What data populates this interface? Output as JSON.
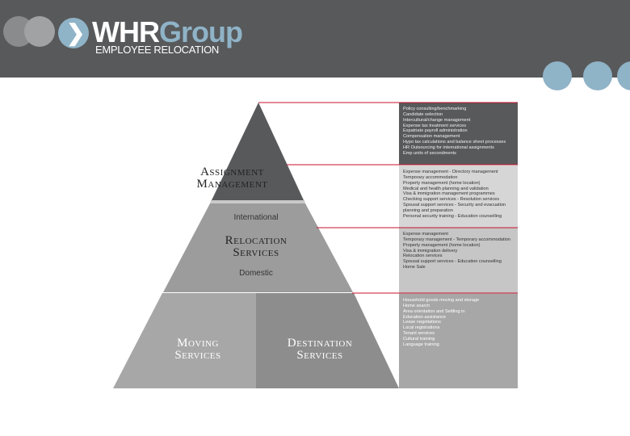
{
  "header": {
    "logo_main": "WHR",
    "logo_group": "Group",
    "logo_subtitle": "EMPLOYEE RELOCATION"
  },
  "pyramid": {
    "top": [
      "Assignment",
      "Management"
    ],
    "middle_top_label": "International",
    "middle": [
      "Relocation",
      "Services"
    ],
    "middle_bottom_label": "Domestic",
    "bottom_left": [
      "Moving",
      "Services"
    ],
    "bottom_right": [
      "Destination",
      "Services"
    ]
  },
  "lists": {
    "assignment": [
      "Policy consulting/benchmarking",
      "Candidate selection",
      "Intercultural/change management",
      "Expense tax treatment services",
      "Expatriate payroll administration",
      "Compensation management",
      "Hypo tax calculations and balance sheet processes",
      "HR Outsourcing for international assignments",
      "Emp units of secondments"
    ],
    "relocation": [
      "Expense management - Directory management",
      "Temporary accommodation",
      "Property management (home location)",
      "Medical and health planning and validation",
      "Visa & immigration management programmes",
      "Checking support services - Resolution services",
      "Spousal support services - Security and evacuation",
      "planning and preparation",
      "Personal security training - Education counselling"
    ],
    "domestic": [
      "Expense management",
      "Temporary management - Temporary accommodation",
      "Property management (home location)",
      "Visa & immigration delivery",
      "Relocation services",
      "Spousal support services - Education counselling",
      "Home Sale"
    ],
    "moving": [
      "Household goods moving and storage",
      "Home search",
      "Area orientation and Settling in",
      "Education assistance",
      "Lease negotiations",
      "Local registrations",
      "Tenant services",
      "Cultural training",
      "Language training"
    ]
  },
  "colors": {
    "header": "#58595b",
    "accent": "#8fb3c7",
    "apex": "#58595b",
    "assignment_band": "#9c9c9c",
    "relocation_band": "#5a5b5d",
    "moving_band": "#a7a7a7",
    "destination_band": "#8d8d8d",
    "separator": "#c8102e"
  }
}
